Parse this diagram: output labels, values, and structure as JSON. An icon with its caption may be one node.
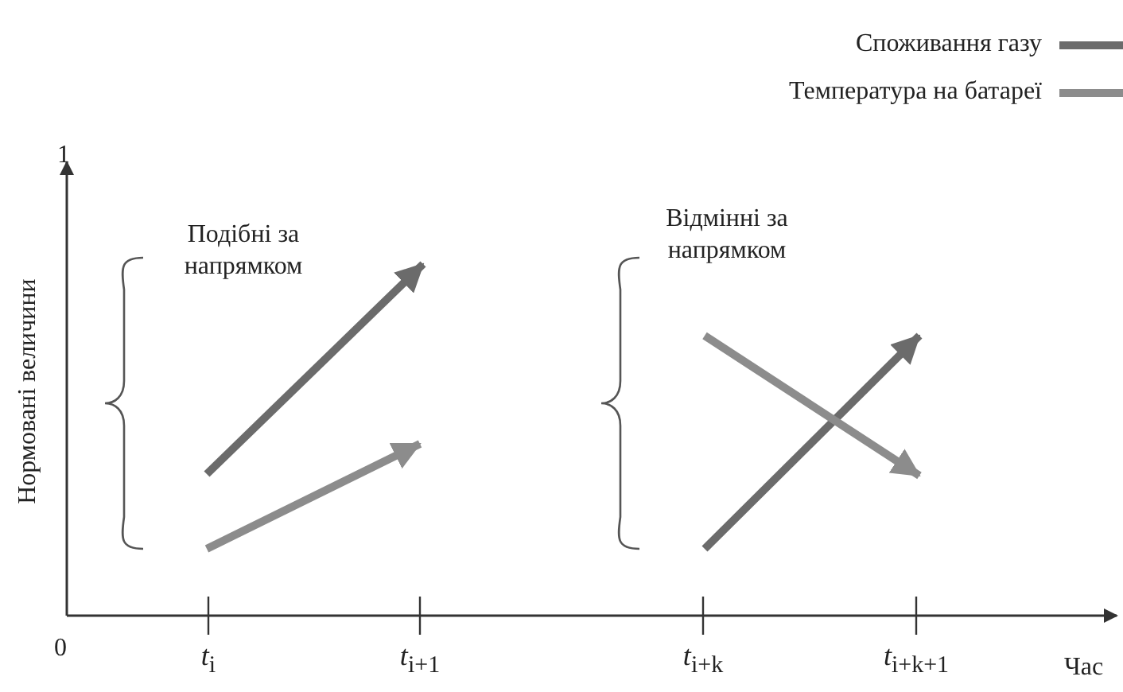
{
  "diagram": {
    "labels": [
      "1",
      "Нормовані величини",
      "Подібні за напрямком",
      "Відмінні за напрямком",
      "0",
      "*t*$_{i}$",
      "*t*$_{i+1}$",
      "*t*$_{i+k}$",
      "*t*$_{i+k+1}$",
      "Час"
    ],
    "legend": [
      {
        "text": "Споживання газу",
        "color": "#6b6b6b"
      },
      {
        "text": "Температура на батареї",
        "color": "#8c8c8c"
      }
    ]
  }
}
